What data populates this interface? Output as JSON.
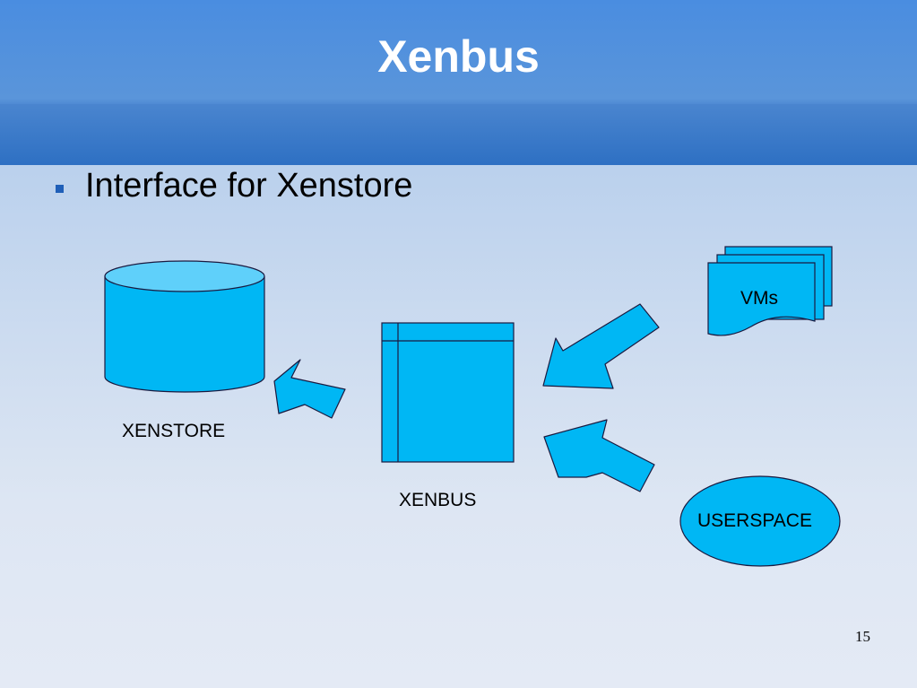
{
  "slide": {
    "title": "Xenbus",
    "bullets": [
      "Interface for Xenstore"
    ],
    "page_number": "15"
  },
  "diagram": {
    "nodes": {
      "xenstore": {
        "label": "XENSTORE",
        "shape": "cylinder"
      },
      "xenbus": {
        "label": "XENBUS",
        "shape": "internal-storage"
      },
      "vms": {
        "label": "VMs",
        "shape": "multi-document"
      },
      "userspace": {
        "label": "USERSPACE",
        "shape": "ellipse"
      }
    },
    "arrows": [
      {
        "from": "vms",
        "to": "xenbus"
      },
      {
        "from": "userspace",
        "to": "xenbus"
      },
      {
        "from": "xenbus",
        "to": "xenstore"
      }
    ]
  },
  "colors": {
    "shape_fill": "#00b7f4",
    "cylinder_top": "#5fd0fa",
    "outline": "#1a1a40",
    "header_blue": "#4a8de0",
    "bullet_marker": "#1f5fb8"
  }
}
